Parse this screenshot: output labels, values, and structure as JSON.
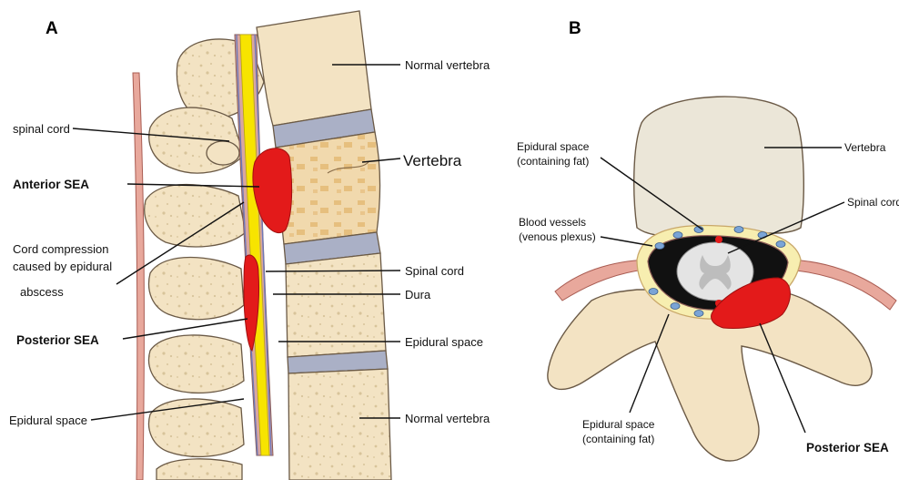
{
  "panel_a": {
    "letter": "A",
    "labels": {
      "spinal_cord_left": "spinal cord",
      "anterior_sea": "Anterior SEA",
      "cord_compression_1": "Cord compression",
      "cord_compression_2": "caused by epidural",
      "cord_compression_3": "abscess",
      "posterior_sea": "Posterior SEA",
      "epidural_space_left": "Epidural space",
      "normal_vertebra_top": "Normal vertebra",
      "vertebra": "Vertebra",
      "spinal_cord_right": "Spinal cord",
      "dura": "Dura",
      "epidural_space_right": "Epidural space",
      "normal_vertebra_bottom": "Normal vertebra"
    }
  },
  "panel_b": {
    "letter": "B",
    "labels": {
      "epidural_fat_top_1": "Epidural space",
      "epidural_fat_top_2": "(containing fat)",
      "blood_vessels_1": "Blood vessels",
      "blood_vessels_2": "(venous plexus)",
      "vertebra": "Vertebra",
      "spinal_cord": "Spinal cord",
      "epidural_fat_bottom_1": "Epidural space",
      "epidural_fat_bottom_2": "(containing fat)",
      "posterior_sea": "Posterior SEA"
    }
  },
  "colors": {
    "bone": "#f3e3c3",
    "bone_outline": "#6b5a46",
    "disc": "#aab0c6",
    "abscess": "#e31a1a",
    "cord": "#f7e400",
    "dura": "#d9a6a0",
    "vessel": "#7aa4d6"
  }
}
